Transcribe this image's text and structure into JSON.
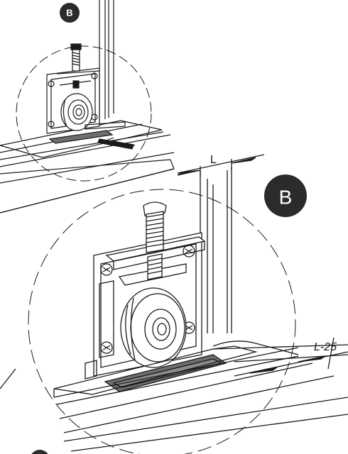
{
  "callouts": {
    "small_label": "B",
    "large_label": "B"
  },
  "dimensions": {
    "gap_label": "L",
    "offset_label": "L-25"
  },
  "colors": {
    "ink": "#1a1a1a",
    "badge_fill": "#2b2b2b",
    "badge_text": "#ffffff",
    "shading": "#6e6e6e",
    "background": "#ffffff"
  },
  "icons": {
    "badge": "filled-circle-letter",
    "arrow": "filled-triangle-arrow"
  }
}
